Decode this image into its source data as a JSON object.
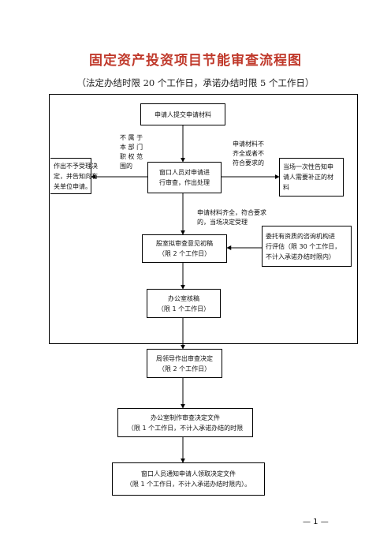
{
  "title": "固定资产投资项目节能审查流程图",
  "subtitle": "（法定办结时限 20 个工作日，承诺办结时限 5 个工作日）",
  "nodes": {
    "submit": {
      "lines": [
        "申请人提交申请材料"
      ]
    },
    "window_review": {
      "lines": [
        "窗口人员对申请进",
        "行审查，作出处理"
      ]
    },
    "reject_notice": {
      "lines": [
        "作出不予受理决",
        "定，并告知向有",
        "关单位申请。"
      ]
    },
    "supplement_notice": {
      "lines": [
        "当场一次性告知申",
        "请人需要补正的材",
        "料"
      ]
    },
    "draft_opinion": {
      "lines": [
        "股室拟审查意见初稿",
        "（限 2 个工作日）"
      ]
    },
    "consulting_eval": {
      "lines": [
        "委托有资质的咨询机构进",
        "行评估（限 30 个工作日，",
        "不计入承诺办结时限内）"
      ]
    },
    "office_check": {
      "lines": [
        "办公室核稿",
        "（限 1 个工作日）"
      ]
    },
    "leader_decision": {
      "lines": [
        "局领导作出审查决定",
        "（限 2 个工作日）"
      ]
    },
    "make_document": {
      "lines": [
        "办公室制作审查决定文件",
        "（限 1 个工作日，不计入承诺办结的时限"
      ]
    },
    "notify_collect": {
      "lines": [
        "窗口人员通知申请人领取决定文件",
        "（限 1 个工作日，不计入承诺办结时限内）。"
      ]
    }
  },
  "edge_labels": {
    "out_of_scope": [
      "不 属 于",
      "本 部 门",
      "职 权 范",
      "围的"
    ],
    "incomplete": [
      "申请材料不",
      "齐全或者不",
      "符合要求的"
    ],
    "complete": [
      "申请材料齐全，符合要求",
      "的，当场决定受理"
    ]
  },
  "page_number": "— 1 —"
}
